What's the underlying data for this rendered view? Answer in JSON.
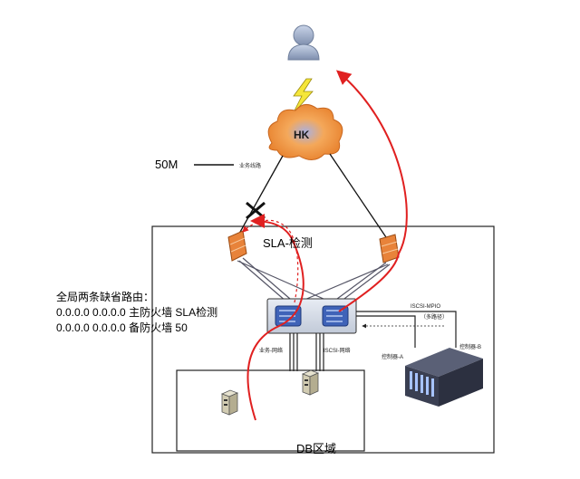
{
  "labels": {
    "cloud": "HK",
    "bandwidth": "50M",
    "link_type": "业务线路",
    "sla": "SLA-检测",
    "routes": [
      "全局两条缺省路由：",
      "0.0.0.0 0.0.0.0 主防火墙 SLA检测",
      "0.0.0.0 0.0.0.0 备防火墙 50"
    ],
    "iscsi_mpio": "ISCSI-MPIO",
    "multipath": "（多路径）",
    "biz_net": "业务-网络",
    "iscsi_net": "ISCSI-网络",
    "controller_a": "控制器-A",
    "controller_b": "控制器-B",
    "db_zone": "DB区域"
  },
  "colors": {
    "flow_arrow": "#e02020",
    "cloud_fill": "#f59b4a",
    "cloud_core": "#9aa3d6",
    "firewall": "#e8833a",
    "switch": "#3f63b8",
    "storage": "#3a3f52",
    "lightning": "#f5e63a"
  },
  "icons": {
    "user": "user-icon",
    "cloud": "cloud-icon",
    "lightning": "lightning-icon",
    "link_failure": "x-mark-icon",
    "firewall": "firewall-icon",
    "switch": "switch-icon",
    "server": "server-icon",
    "storage": "storage-array-icon"
  }
}
